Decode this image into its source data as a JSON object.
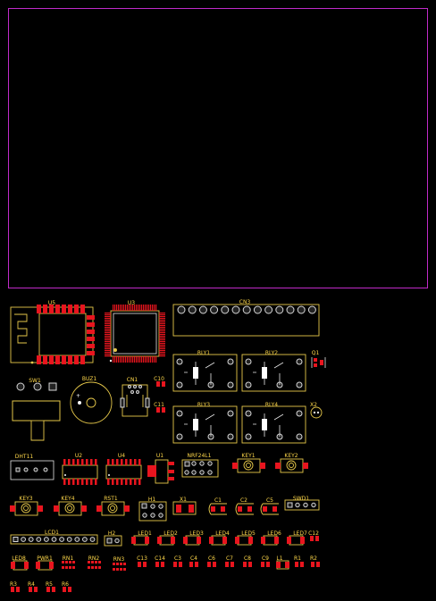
{
  "board": {
    "outline_color": "#c02ac8",
    "silk_color": "#e6c84a",
    "pad_color": "#e8151e"
  },
  "labels": {
    "U5": "U5",
    "U3": "U3",
    "CN3": "CN3",
    "SW1": "SW1",
    "BUZ1": "BUZ1",
    "CN1": "CN1",
    "C10": "C10",
    "C11": "C11",
    "RLY1": "RLY1",
    "RLY2": "RLY2",
    "RLY3": "RLY3",
    "RLY4": "RLY4",
    "Q1": "Q1",
    "X2": "X2",
    "DHT11": "DHT11",
    "U2": "U2",
    "U4": "U4",
    "U1": "U1",
    "NRF24L1": "NRF24L1",
    "KEY1": "KEY1",
    "KEY2": "KEY2",
    "KEY3": "KEY3",
    "KEY4": "KEY4",
    "RST1": "RST1",
    "H1": "H1",
    "X1": "X1",
    "C1": "C1",
    "C2": "C2",
    "C5": "C5",
    "SWD1": "SWD1",
    "LCD1": "LCD1",
    "H2": "H2",
    "LED1": "LED1",
    "LED2": "LED2",
    "LED3": "LED3",
    "LED4": "LED4",
    "LED5": "LED5",
    "LED6": "LED6",
    "LED7": "LED7",
    "C12": "C12",
    "LED8": "LED8",
    "PWR1": "PWR1",
    "RN1": "RN1",
    "RN2": "RN2",
    "RN3": "RN3",
    "C13": "C13",
    "C14": "C14",
    "C3": "C3",
    "C4": "C4",
    "C6": "C6",
    "C7": "C7",
    "C8": "C8",
    "C9": "C9",
    "L1": "L1",
    "R1": "R1",
    "R2": "R2",
    "R3": "R3",
    "R4": "R4",
    "R5": "R5",
    "R6": "R6"
  }
}
